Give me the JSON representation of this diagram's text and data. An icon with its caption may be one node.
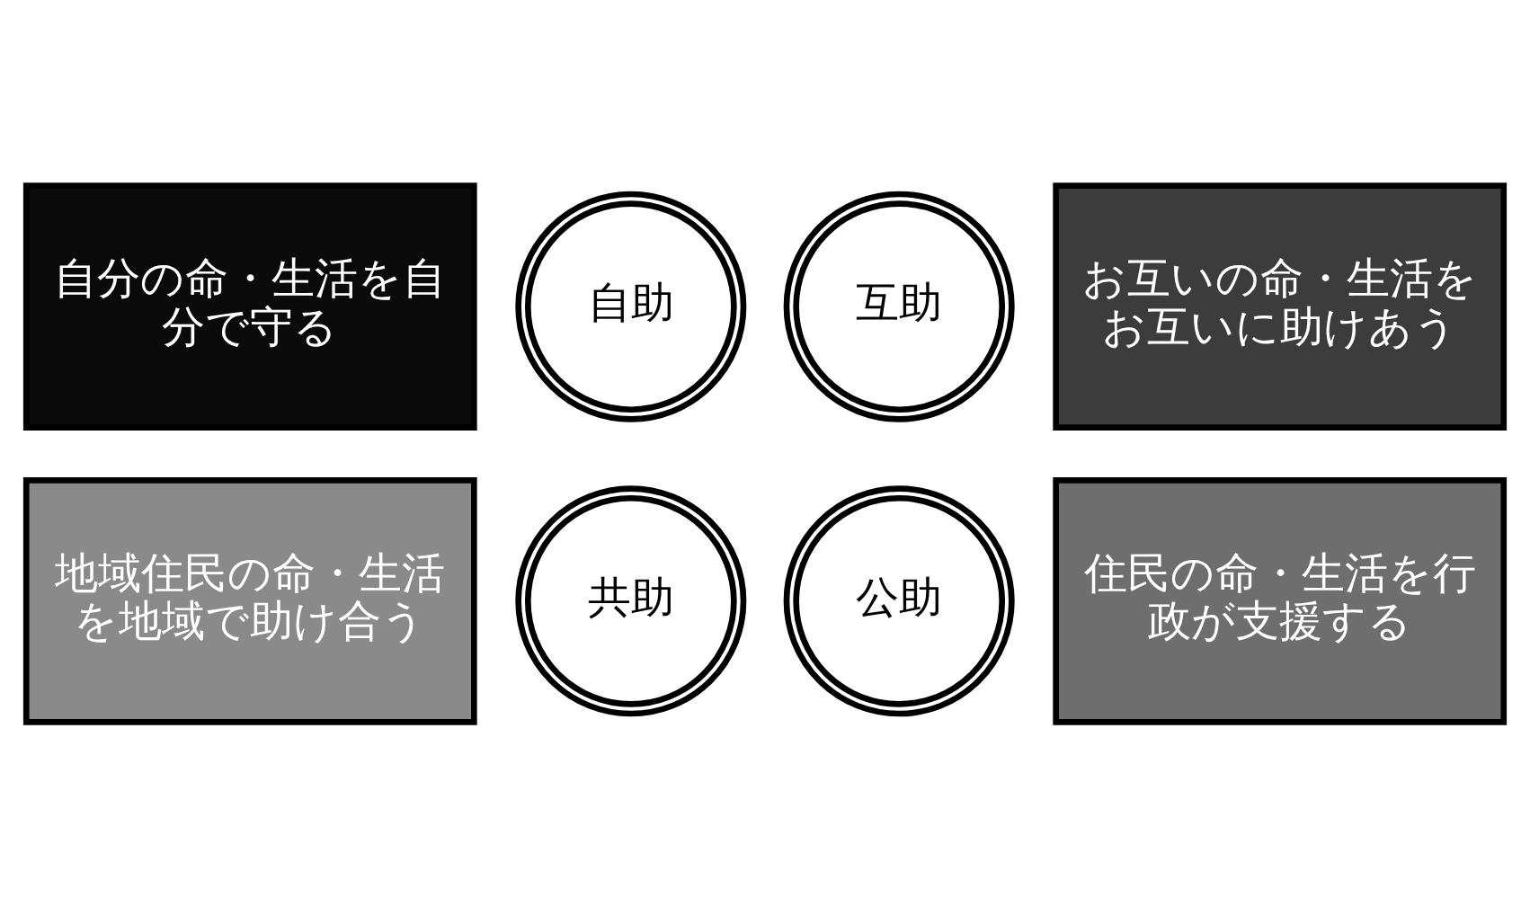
{
  "diagram": {
    "nodes": [
      {
        "text": [
          "自分の命・生活を自分で守る"
        ]
      },
      {
        "text": [
          "自助"
        ]
      },
      {
        "text": [
          "互助"
        ]
      },
      {
        "text": [
          "お互いの命・生活をお互いに助けあう"
        ]
      },
      {
        "text": [
          "地域住民の命・生活を地域で助け合う"
        ]
      },
      {
        "text": [
          "共助"
        ]
      },
      {
        "text": [
          "公助"
        ]
      },
      {
        "text": [
          "住民の命・生活を行政が支援する"
        ]
      }
    ],
    "edges": []
  }
}
